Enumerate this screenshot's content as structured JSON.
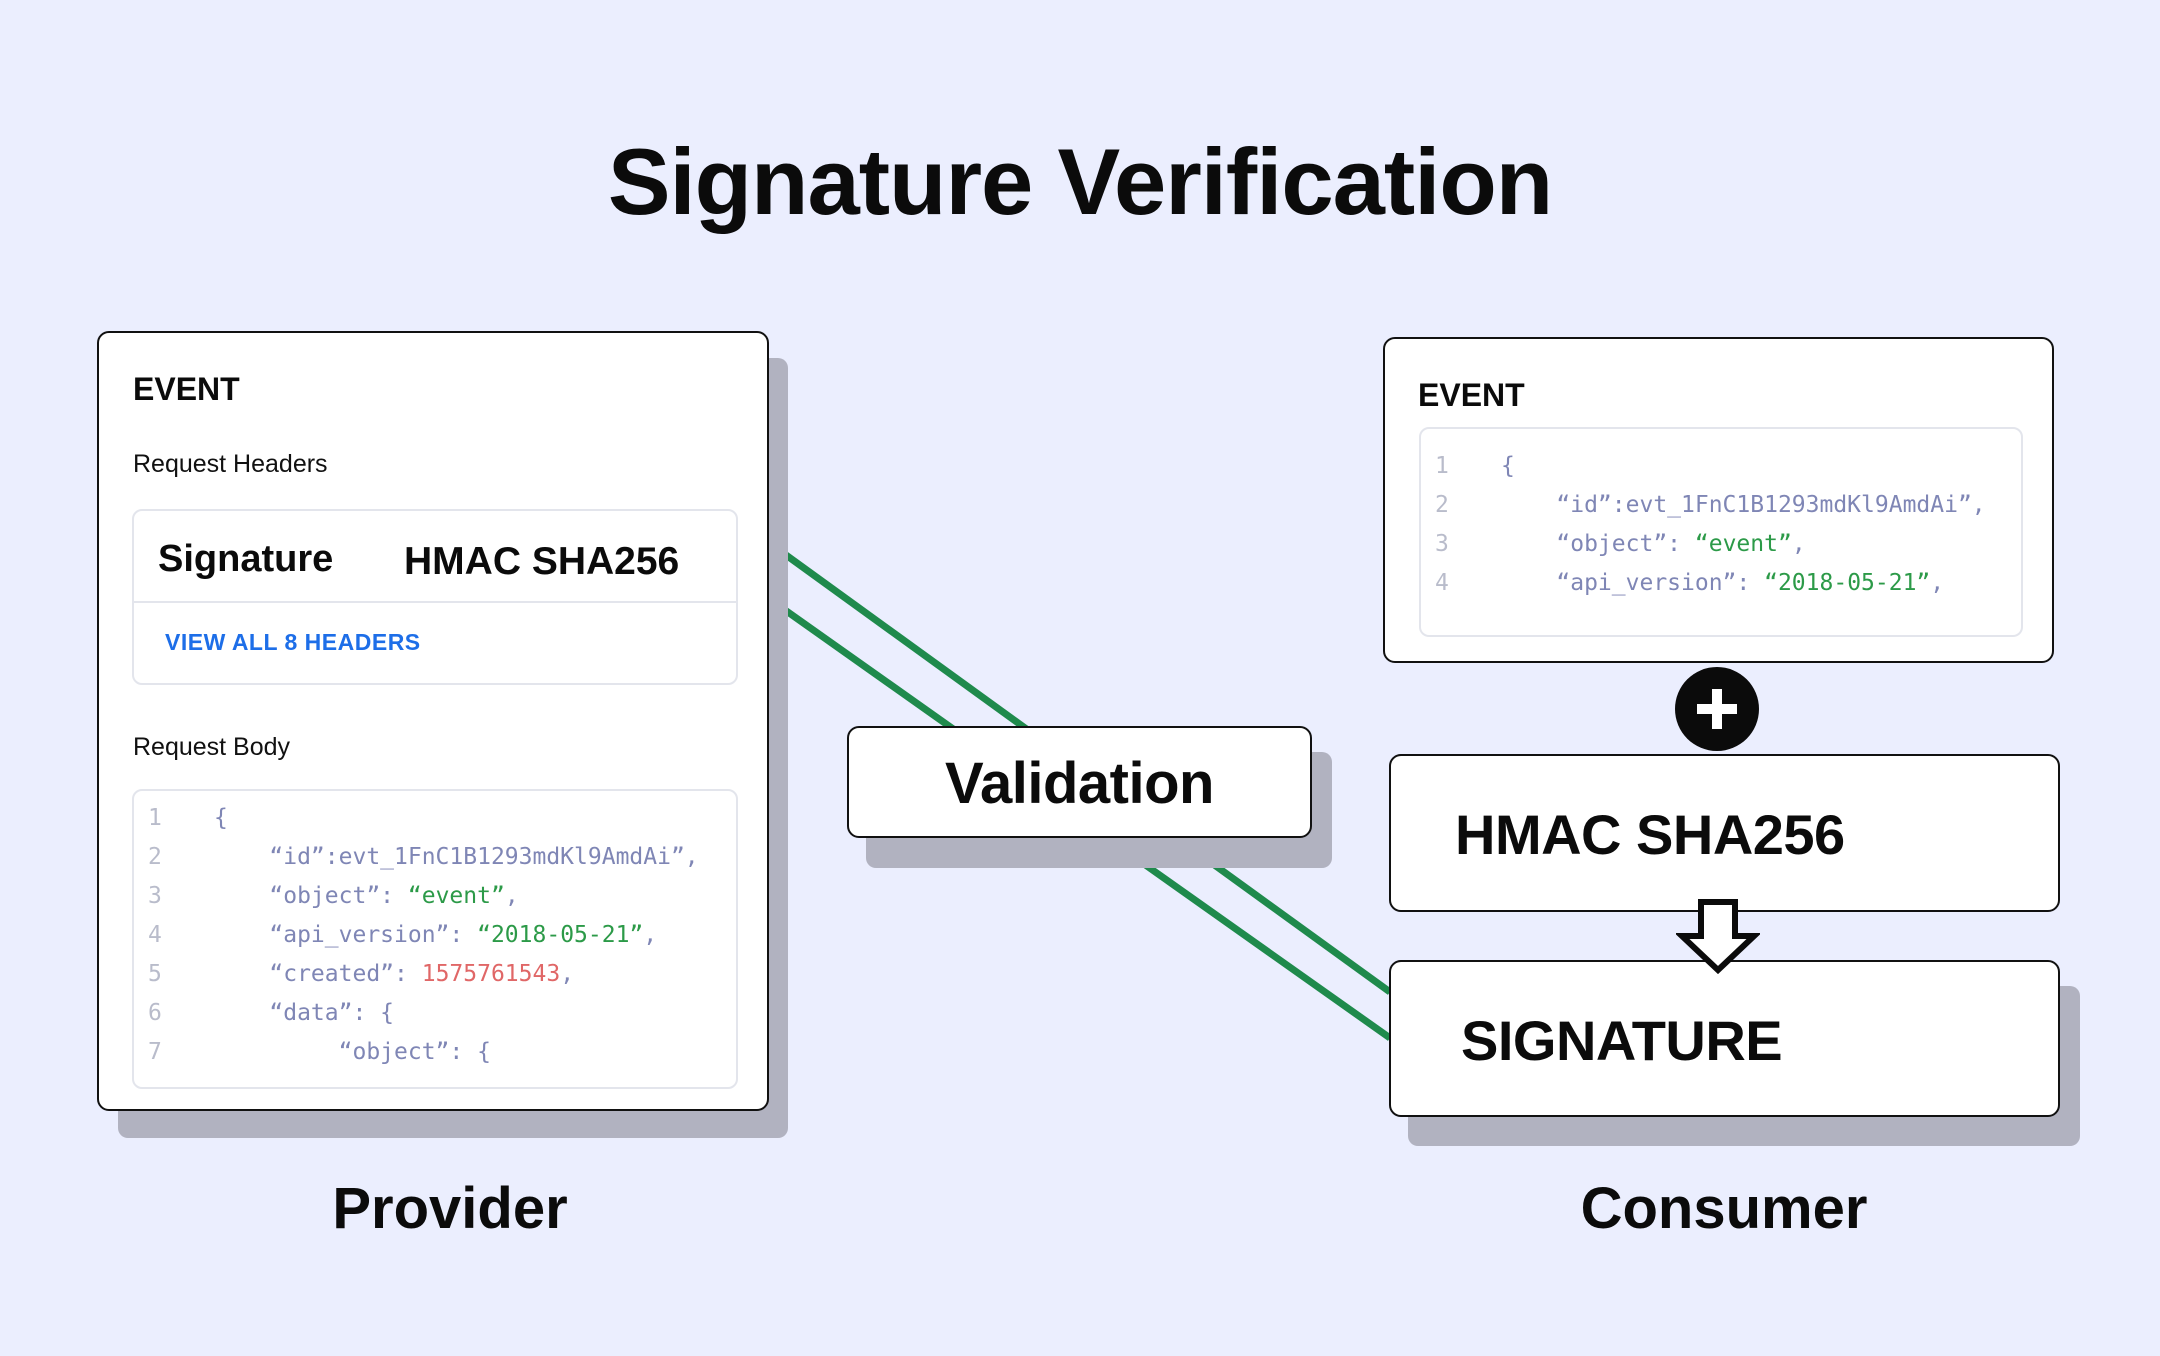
{
  "title": "Signature Verification",
  "colors": {
    "background": "#ebeefe",
    "connector_line": "#1f8a4c",
    "link_blue": "#1d6ee8",
    "code_key": "#7f86b5",
    "code_string": "#2c9a48",
    "code_number": "#e06767",
    "shadow": "#b1b2c0"
  },
  "provider": {
    "card_title": "EVENT",
    "headers_label": "Request Headers",
    "header_key": "Signature",
    "header_value": "HMAC SHA256",
    "view_all_link": "VIEW ALL 8 HEADERS",
    "body_label": "Request Body",
    "code_lines": [
      {
        "num": "1",
        "segments": [
          {
            "t": "{",
            "c": "punct"
          }
        ]
      },
      {
        "num": "2",
        "segments": [
          {
            "t": "    “id”:evt_1FnC1B1293mdKl9AmdAi”,",
            "c": "punct"
          }
        ]
      },
      {
        "num": "3",
        "segments": [
          {
            "t": "    “object”: ",
            "c": "punct"
          },
          {
            "t": "“event”",
            "c": "green"
          },
          {
            "t": ",",
            "c": "punct"
          }
        ]
      },
      {
        "num": "4",
        "segments": [
          {
            "t": "    “api_version”: ",
            "c": "punct"
          },
          {
            "t": "“2018-05-21”",
            "c": "green"
          },
          {
            "t": ",",
            "c": "punct"
          }
        ]
      },
      {
        "num": "5",
        "segments": [
          {
            "t": "    “created”: ",
            "c": "punct"
          },
          {
            "t": "1575761543",
            "c": "red"
          },
          {
            "t": ",",
            "c": "punct"
          }
        ]
      },
      {
        "num": "6",
        "segments": [
          {
            "t": "    “data”: {",
            "c": "punct"
          }
        ]
      },
      {
        "num": "7",
        "segments": [
          {
            "t": "         “object”: {",
            "c": "punct"
          }
        ]
      }
    ],
    "caption": "Provider"
  },
  "validation_label": "Validation",
  "consumer": {
    "card_title": "EVENT",
    "code_lines": [
      {
        "num": "1",
        "segments": [
          {
            "t": "{",
            "c": "punct"
          }
        ]
      },
      {
        "num": "2",
        "segments": [
          {
            "t": "    “id”:evt_1FnC1B1293mdKl9AmdAi”,",
            "c": "punct"
          }
        ]
      },
      {
        "num": "3",
        "segments": [
          {
            "t": "    “object”: ",
            "c": "punct"
          },
          {
            "t": "“event”",
            "c": "green"
          },
          {
            "t": ",",
            "c": "punct"
          }
        ]
      },
      {
        "num": "4",
        "segments": [
          {
            "t": "    “api_version”: ",
            "c": "punct"
          },
          {
            "t": "“2018-05-21”",
            "c": "green"
          },
          {
            "t": ",",
            "c": "punct"
          }
        ]
      }
    ],
    "plus_icon": "plus-icon",
    "algorithm_label": "HMAC SHA256",
    "arrow_icon": "down-arrow-icon",
    "signature_label": "SIGNATURE",
    "caption": "Consumer"
  }
}
